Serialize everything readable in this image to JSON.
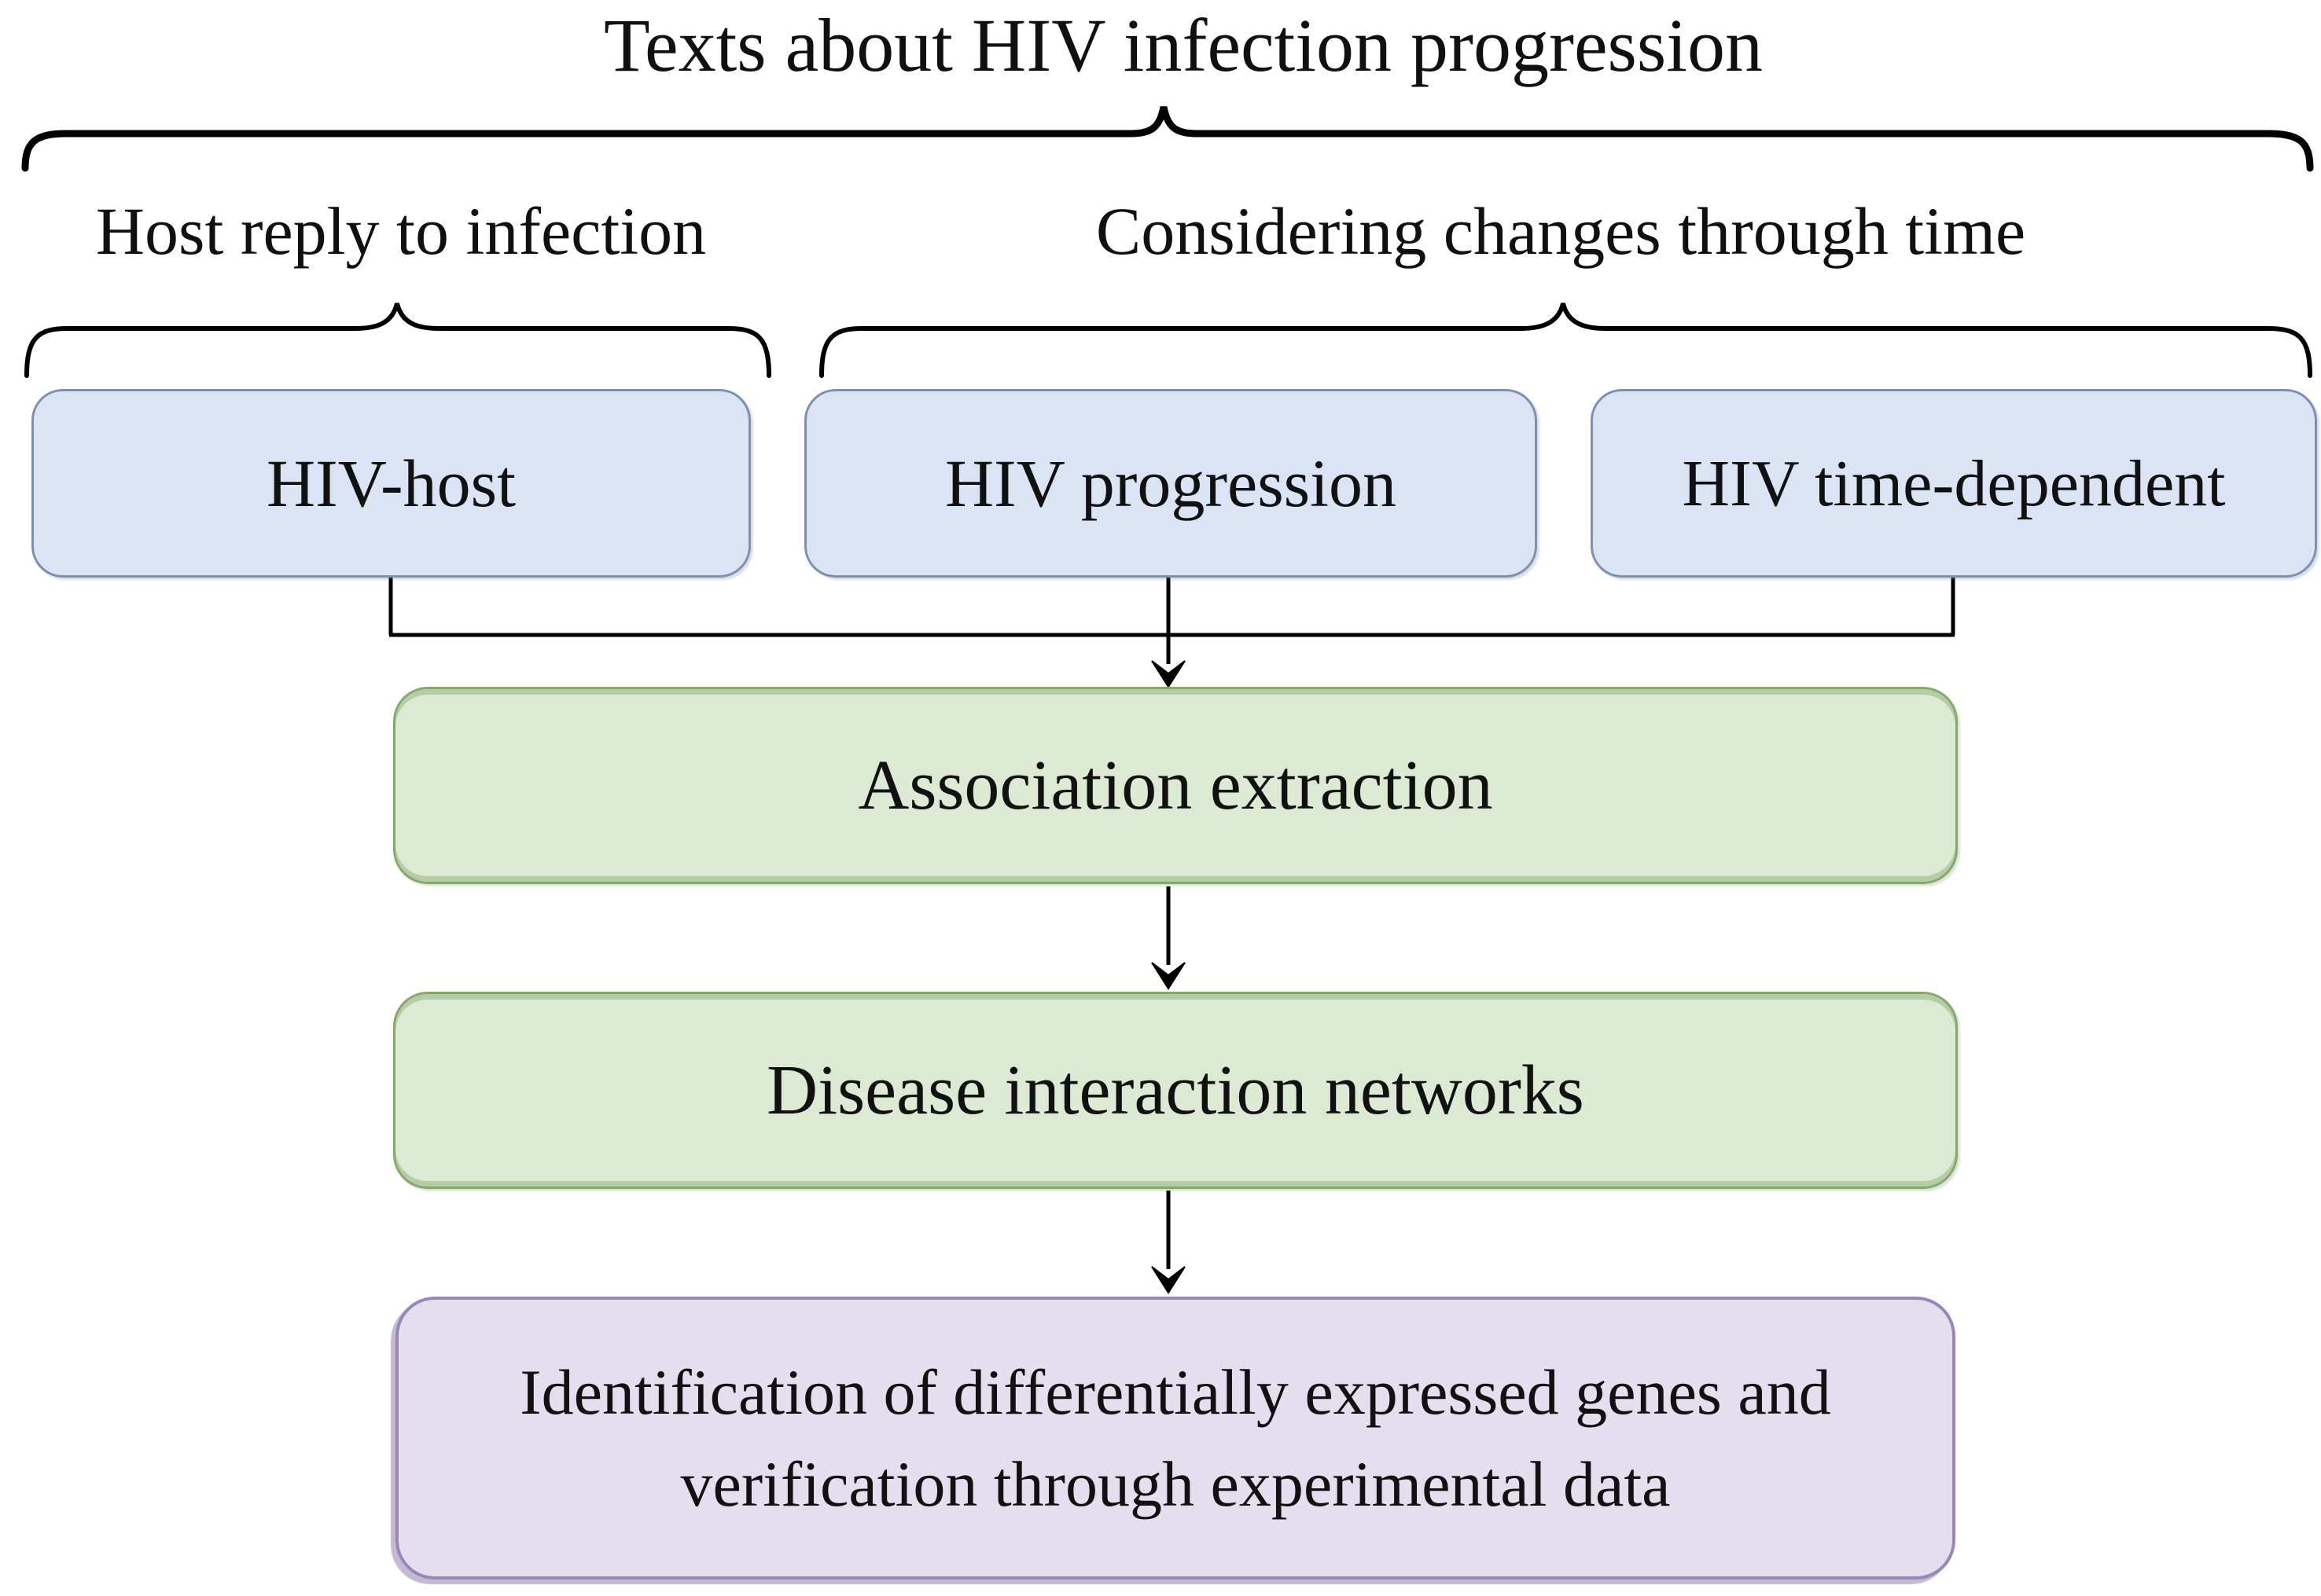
{
  "figure": {
    "title": "Texts about HIV infection progression",
    "group_labels": [
      {
        "label": "Host reply to infection"
      },
      {
        "label": "Considering changes through time"
      }
    ],
    "corpus_boxes": [
      {
        "label": "HIV-host"
      },
      {
        "label": "HIV progression"
      },
      {
        "label": "HIV time-dependent"
      }
    ],
    "pipeline_boxes": [
      {
        "label": "Association extraction"
      },
      {
        "label": "Disease interaction networks"
      },
      {
        "label": "Identification of differentially expressed genes and verification through experimental data"
      }
    ],
    "colors": {
      "corpus_fill": "#dae4f5",
      "corpus_border": "#7d90ae",
      "process_fill": "#dcead3",
      "process_border": "#85a96a",
      "final_fill": "#e5deee",
      "final_border": "#9a87b9",
      "line": "#000000",
      "text": "#111111",
      "background": "#ffffff"
    }
  }
}
